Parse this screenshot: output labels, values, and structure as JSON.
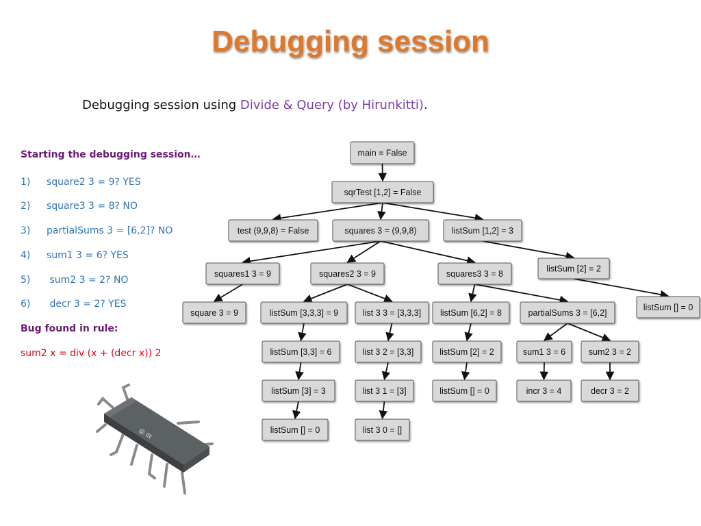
{
  "title": "Debugging session",
  "subtitle": {
    "prefix": "Debugging session using ",
    "highlight": "Divide & Query (by Hirunkitti)",
    "suffix": "."
  },
  "session": {
    "heading": "Starting the debugging session…",
    "steps": [
      {
        "num": "1)",
        "text": "square2 3 = 9? YES"
      },
      {
        "num": "2)",
        "text": "square3 3 = 8? NO"
      },
      {
        "num": "3)",
        "text": "partialSums 3 = [6,2]? NO"
      },
      {
        "num": "4)",
        "text": "sum1 3 = 6? YES"
      },
      {
        "num": "5)",
        "text": " sum2 3 = 2? NO"
      },
      {
        "num": "6)",
        "text": " decr 3 = 2? YES"
      }
    ],
    "bug_heading": "Bug found in rule:",
    "bug_rule": "sum2 x = div (x + (decr x)) 2"
  },
  "tree": {
    "nodes": [
      {
        "id": "main",
        "label": "main = False"
      },
      {
        "id": "sqrTest",
        "label": "sqrTest [1,2] = False"
      },
      {
        "id": "test",
        "label": "test (9,9,8) = False"
      },
      {
        "id": "squares",
        "label": "squares 3 = (9,9,8)"
      },
      {
        "id": "listSum12",
        "label": "listSum [1,2] = 3"
      },
      {
        "id": "listSum2a",
        "label": "listSum [2] = 2"
      },
      {
        "id": "listSumEa",
        "label": "listSum [] = 0"
      },
      {
        "id": "squares1",
        "label": "squares1 3 = 9"
      },
      {
        "id": "squares2",
        "label": "squares2 3 = 9"
      },
      {
        "id": "squares3",
        "label": "squares3 3 = 8"
      },
      {
        "id": "square",
        "label": "square 3 = 9"
      },
      {
        "id": "listSum333",
        "label": "listSum [3,3,3] = 9"
      },
      {
        "id": "list33",
        "label": "list 3 3 = [3,3,3]"
      },
      {
        "id": "listSum62",
        "label": "listSum [6,2] = 8"
      },
      {
        "id": "partialSums",
        "label": "partialSums 3 = [6,2]"
      },
      {
        "id": "listSum33",
        "label": "listSum [3,3] = 6"
      },
      {
        "id": "list32",
        "label": "list 3 2 = [3,3]"
      },
      {
        "id": "listSum2b",
        "label": "listSum [2] = 2"
      },
      {
        "id": "sum1",
        "label": "sum1 3 = 6"
      },
      {
        "id": "sum2",
        "label": "sum2 3 = 2"
      },
      {
        "id": "listSum3",
        "label": "listSum [3] = 3"
      },
      {
        "id": "list31",
        "label": "list 3 1 = [3]"
      },
      {
        "id": "listSumEb",
        "label": "listSum [] = 0"
      },
      {
        "id": "incr",
        "label": "incr 3 = 4"
      },
      {
        "id": "decr",
        "label": "decr 3 = 2"
      },
      {
        "id": "listSumEc",
        "label": "listSum [] = 0"
      },
      {
        "id": "list30",
        "label": "list 3 0 = []"
      }
    ],
    "edges": [
      [
        "main",
        "sqrTest"
      ],
      [
        "sqrTest",
        "test"
      ],
      [
        "sqrTest",
        "squares"
      ],
      [
        "sqrTest",
        "listSum12"
      ],
      [
        "listSum12",
        "listSum2a"
      ],
      [
        "listSum2a",
        "listSumEa"
      ],
      [
        "squares",
        "squares1"
      ],
      [
        "squares",
        "squares2"
      ],
      [
        "squares",
        "squares3"
      ],
      [
        "squares1",
        "square"
      ],
      [
        "squares2",
        "listSum333"
      ],
      [
        "squares2",
        "list33"
      ],
      [
        "squares3",
        "listSum62"
      ],
      [
        "squares3",
        "partialSums"
      ],
      [
        "listSum333",
        "listSum33"
      ],
      [
        "listSum33",
        "listSum3"
      ],
      [
        "listSum3",
        "listSumEc"
      ],
      [
        "list33",
        "list32"
      ],
      [
        "list32",
        "list31"
      ],
      [
        "list31",
        "list30"
      ],
      [
        "listSum62",
        "listSum2b"
      ],
      [
        "listSum2b",
        "listSumEb"
      ],
      [
        "partialSums",
        "sum1"
      ],
      [
        "partialSums",
        "sum2"
      ],
      [
        "sum1",
        "incr"
      ],
      [
        "sum2",
        "decr"
      ]
    ]
  },
  "image": {
    "icon": "bug-chip-icon"
  }
}
